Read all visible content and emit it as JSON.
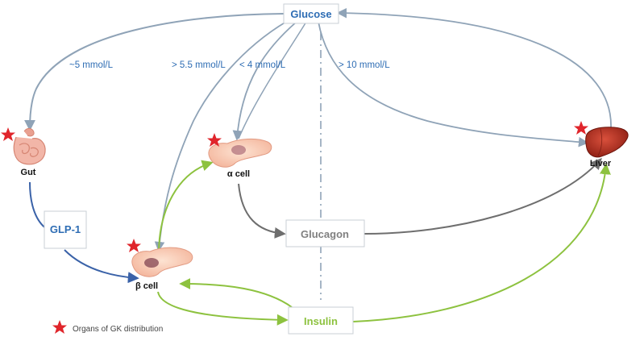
{
  "nodes": {
    "glucose": "Glucose",
    "gut": "Gut",
    "glp1": "GLP-1",
    "alpha_cell": "α cell",
    "beta_cell": "β cell",
    "glucagon": "Glucagon",
    "insulin": "Insulin",
    "liver": "Liver"
  },
  "thresholds": {
    "gut": "~5 mmol/L",
    "beta": "> 5.5 mmol/L",
    "alpha": "< 4 mmol/L",
    "liver": "> 10 mmol/L"
  },
  "legend": {
    "label": "Organs of GK distribution"
  },
  "colors": {
    "glucose_arrow": "#8fa3b7",
    "glucagon_arrow": "#6e6e6e",
    "insulin_arrow": "#8dc23f",
    "glp1_arrow": "#3a62a8",
    "glucose_text": "#2e6db4",
    "star": "#e0252b"
  }
}
